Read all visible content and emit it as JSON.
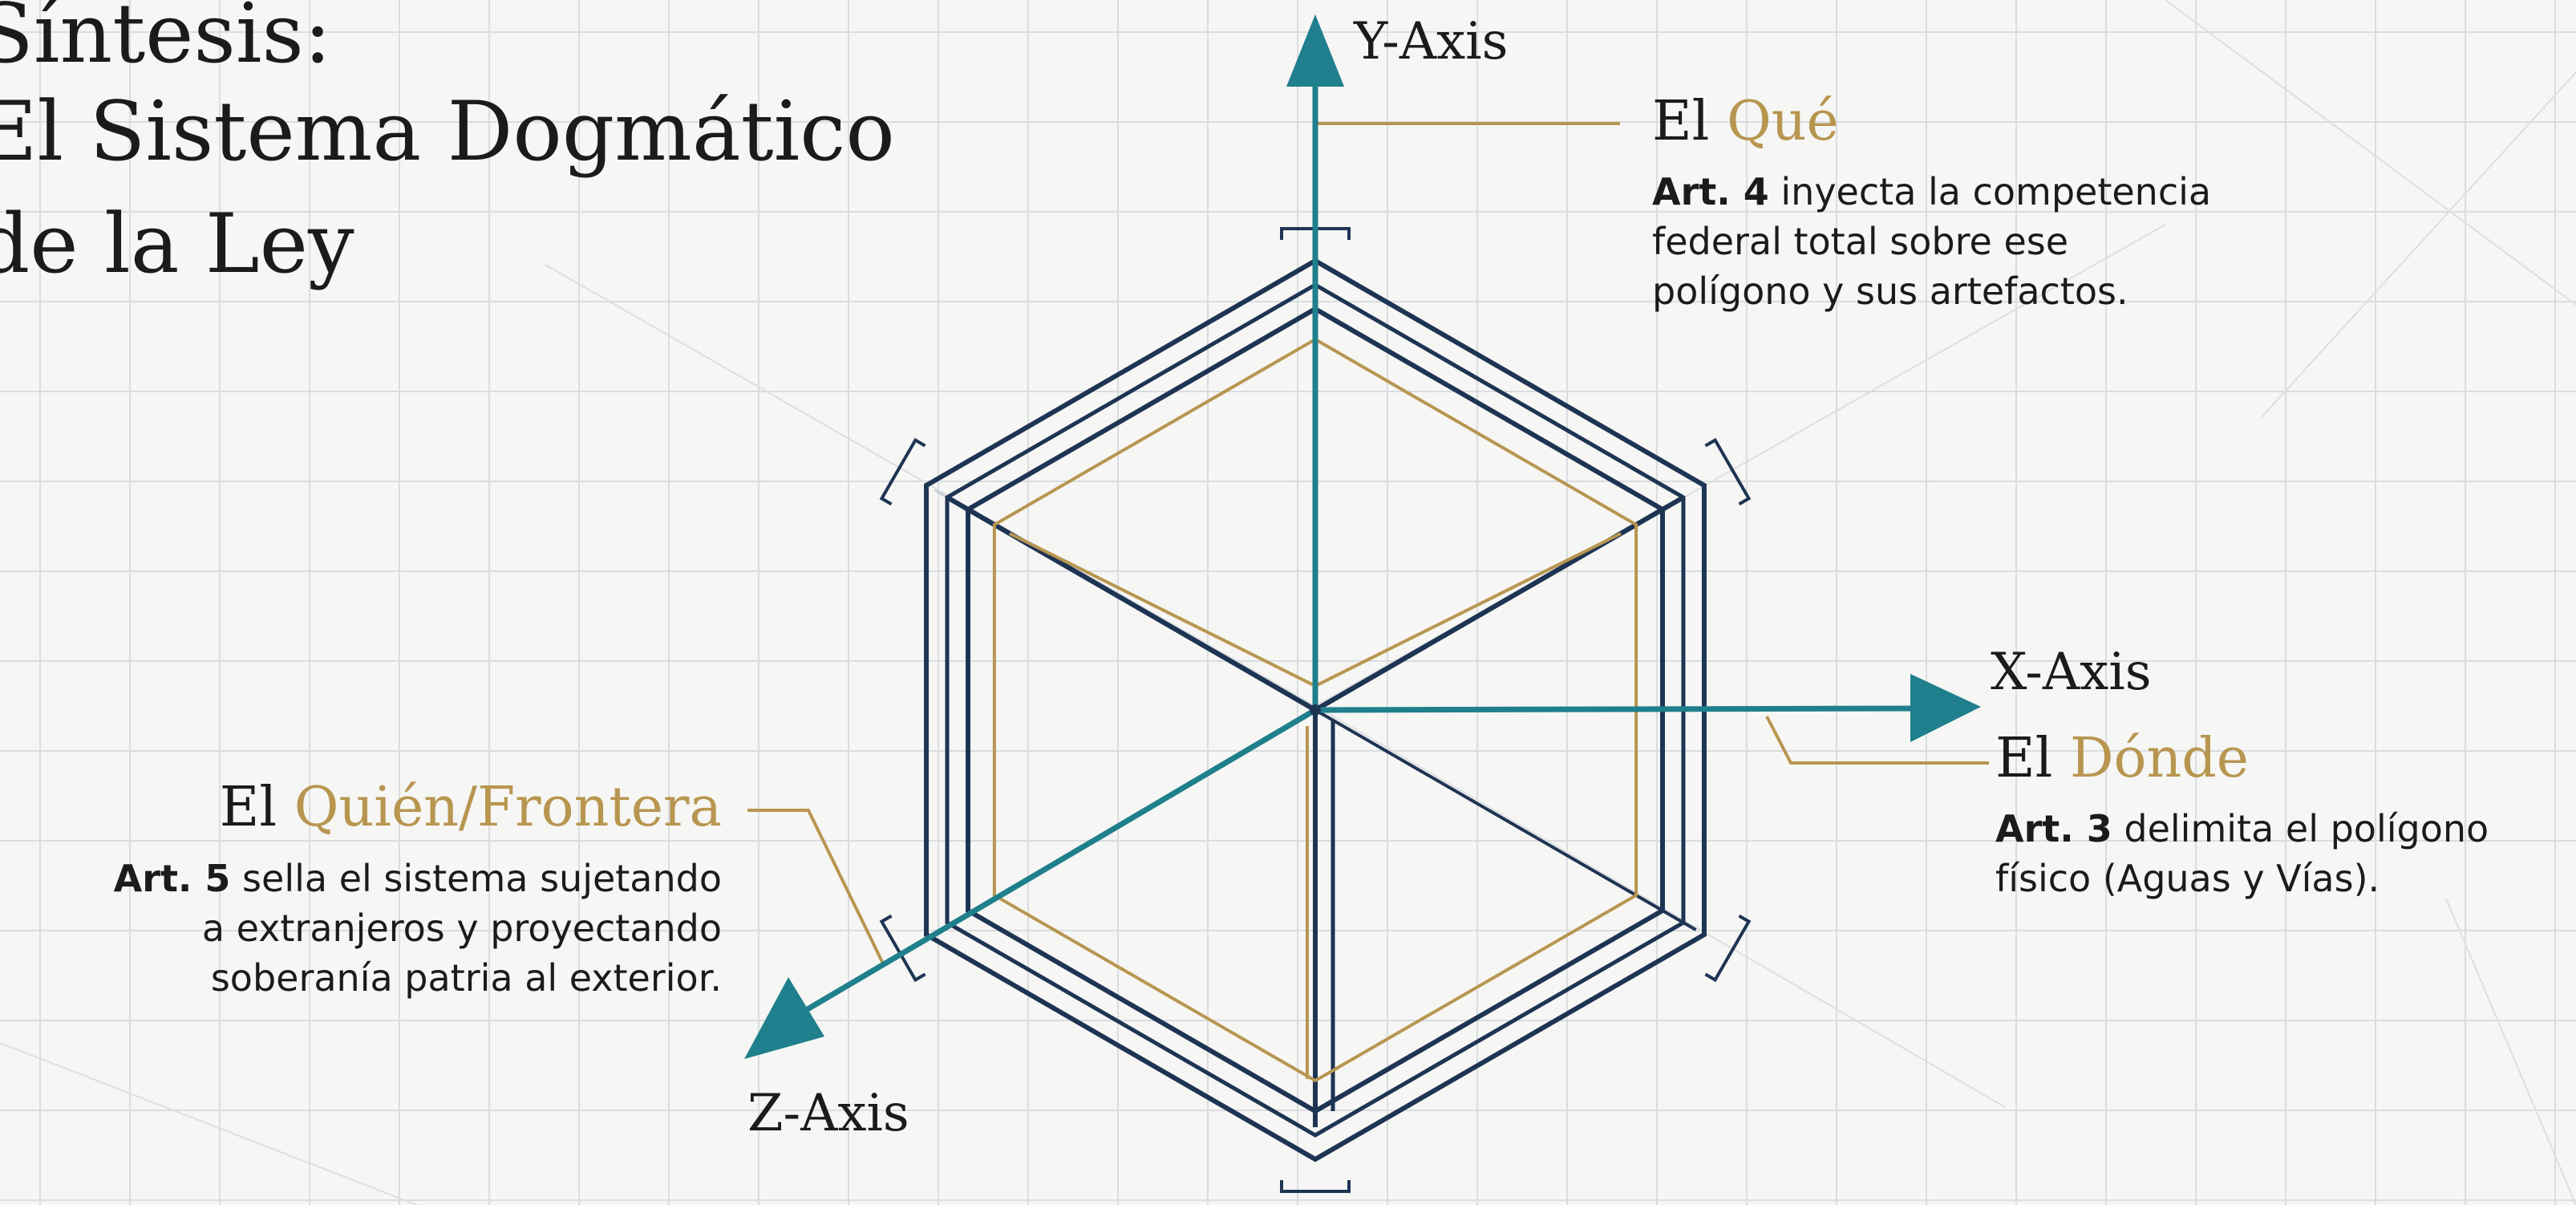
{
  "title": {
    "line1": "Síntesis:",
    "line2": "El Sistema Dogmático",
    "line3": "de la Ley"
  },
  "axes": {
    "y": "Y-Axis",
    "x": "X-Axis",
    "z": "Z-Axis"
  },
  "annotations": {
    "que": {
      "prefix": "El",
      "accent": "Qué",
      "article": "Art. 4",
      "line1_rest": " inyecta la competencia",
      "line2": "federal total sobre ese",
      "line3": "polígono y sus artefactos."
    },
    "donde": {
      "prefix": "El",
      "accent": "Dónde",
      "article": "Art. 3",
      "line1_rest": " delimita el polígono",
      "line2": "físico (Aguas y Vías)."
    },
    "quien": {
      "prefix": "El",
      "accent": "Quién/Frontera",
      "article": "Art. 5",
      "line1_rest": " sella el sistema sujetando",
      "line2": "a extranjeros y proyectando",
      "line3": "soberanía patria al exterior."
    }
  },
  "colors": {
    "navy": "#1e3453",
    "gold": "#b89650",
    "teal": "#1f7f8c",
    "grid": "#d9dde0",
    "text": "#1b1b1b",
    "background": "#f6f6f4"
  }
}
